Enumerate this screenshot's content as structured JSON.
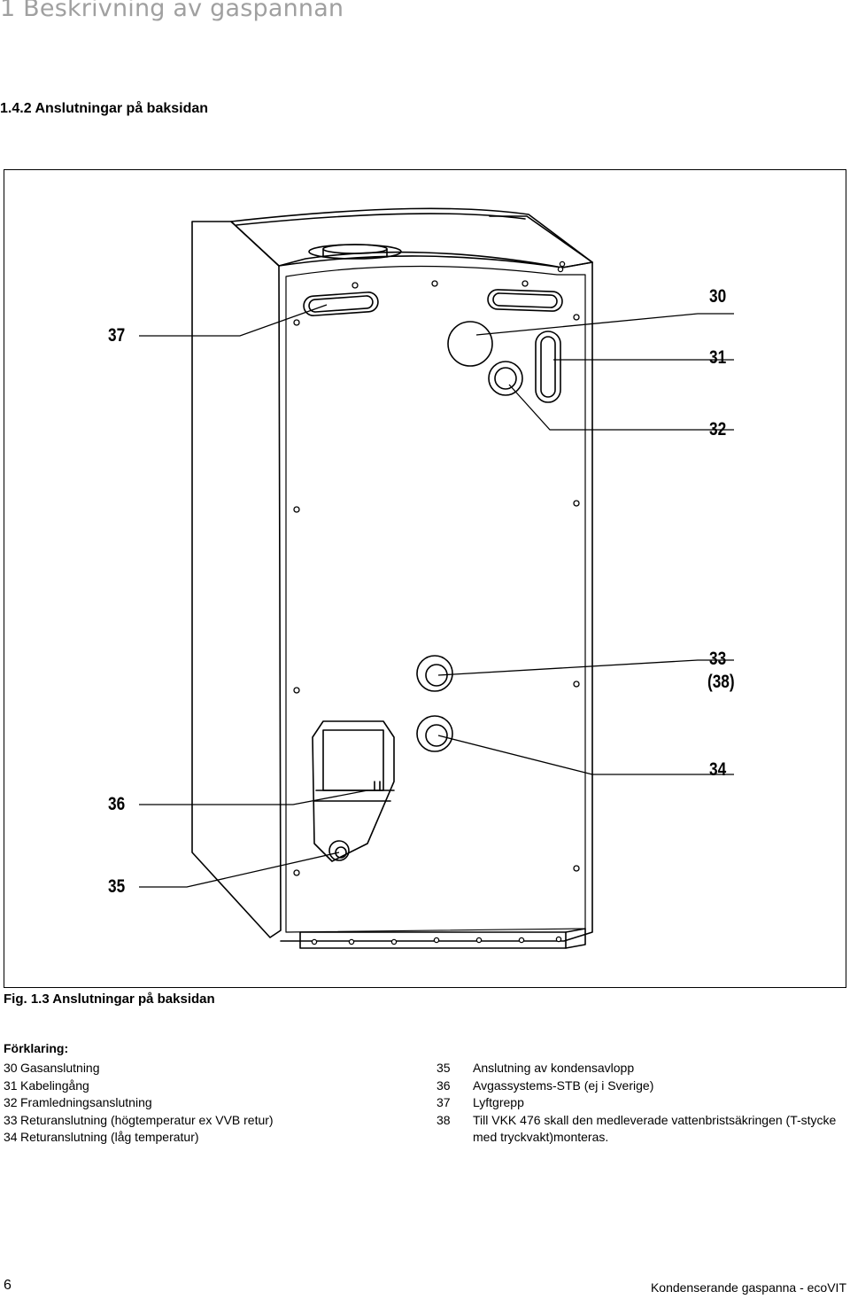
{
  "header": {
    "section_title": "1 Beskrivning av gaspannan",
    "subsection_title": "1.4.2 Anslutningar på baksidan"
  },
  "figure": {
    "callouts": {
      "c30": "30",
      "c31": "31",
      "c32": "32",
      "c33": "33",
      "c38": "(38)",
      "c34": "34",
      "c35": "35",
      "c36": "36",
      "c37": "37"
    },
    "caption": "Fig. 1.3 Anslutningar på baksidan"
  },
  "legend": {
    "heading": "Förklaring:",
    "left": [
      {
        "num": "30",
        "text": "Gasanslutning"
      },
      {
        "num": "31",
        "text": "Kabelingång"
      },
      {
        "num": "32",
        "text": "Framledningsanslutning"
      },
      {
        "num": "33",
        "text": "Returanslutning (högtemperatur ex VVB retur)"
      },
      {
        "num": "34",
        "text": "Returanslutning (låg temperatur)"
      }
    ],
    "right": [
      {
        "num": "35",
        "text": "Anslutning av kondensavlopp"
      },
      {
        "num": "36",
        "text": "Avgassystems-STB (ej i Sverige)"
      },
      {
        "num": "37",
        "text": "Lyftgrepp"
      },
      {
        "num": "38",
        "text": "Till VKK 476 skall den medleverade vattenbristsäkringen (T-stycke med tryckvakt)monteras."
      }
    ]
  },
  "footer": {
    "page_number": "6",
    "document_title": "Kondenserande gaspanna - ecoVIT"
  }
}
